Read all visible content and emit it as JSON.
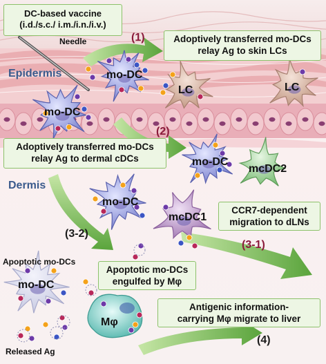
{
  "boxes": {
    "vaccine": {
      "line1": "DC-based vaccine",
      "line2": "(i.d./s.c./ i.m./i.n./i.v.)"
    },
    "relay_lc": {
      "line1": "Adoptively transferred mo-DCs",
      "line2": "relay Ag to skin LCs"
    },
    "relay_dermal": {
      "line1": "Adoptively transferred mo-DCs",
      "line2": "relay Ag to dermal cDCs"
    },
    "ccr7": {
      "line1": "CCR7-dependent",
      "line2": "migration to dLNs"
    },
    "apoptotic_engulfed": {
      "line1": "Apoptotic mo-DCs",
      "line2": "engulfed by Mφ"
    },
    "liver": {
      "line1": "Antigenic information-",
      "line2": "carrying Mφ migrate to liver"
    }
  },
  "labels": {
    "needle": "Needle",
    "epidermis": "Epidermis",
    "dermis": "Dermis",
    "apoptotic_mo_dcs": "Apoptotic mo-DCs",
    "released_ag": "Released Ag"
  },
  "cells": {
    "modc_top": "mo-DC",
    "modc_left": "mo-DC",
    "modc_mid": "mo-DC",
    "modc_dermis": "mo-DC",
    "modc_apoptotic": "mo-DC",
    "lc1": "LC",
    "lc2": "LC",
    "mcdc1": "mcDC1",
    "mcdc2": "mcDC2",
    "mphi": "Mφ"
  },
  "steps": {
    "s1": "(1)",
    "s2": "(2)",
    "s3_1": "(3-1)",
    "s3_2": "(3-2)",
    "s4": "(4)"
  },
  "colors": {
    "box_fill": "#edf6e4",
    "box_border": "#8cc16a",
    "arrow_green": "#6ab04c",
    "step_red": "#8a1a3a",
    "modc_blue": "#7d84d0",
    "lc_tan": "#d2ac9a",
    "mcdc1_purple": "#b08bbf",
    "mcdc2_green": "#8ec98a",
    "mphi_teal": "#7ccfc8"
  }
}
